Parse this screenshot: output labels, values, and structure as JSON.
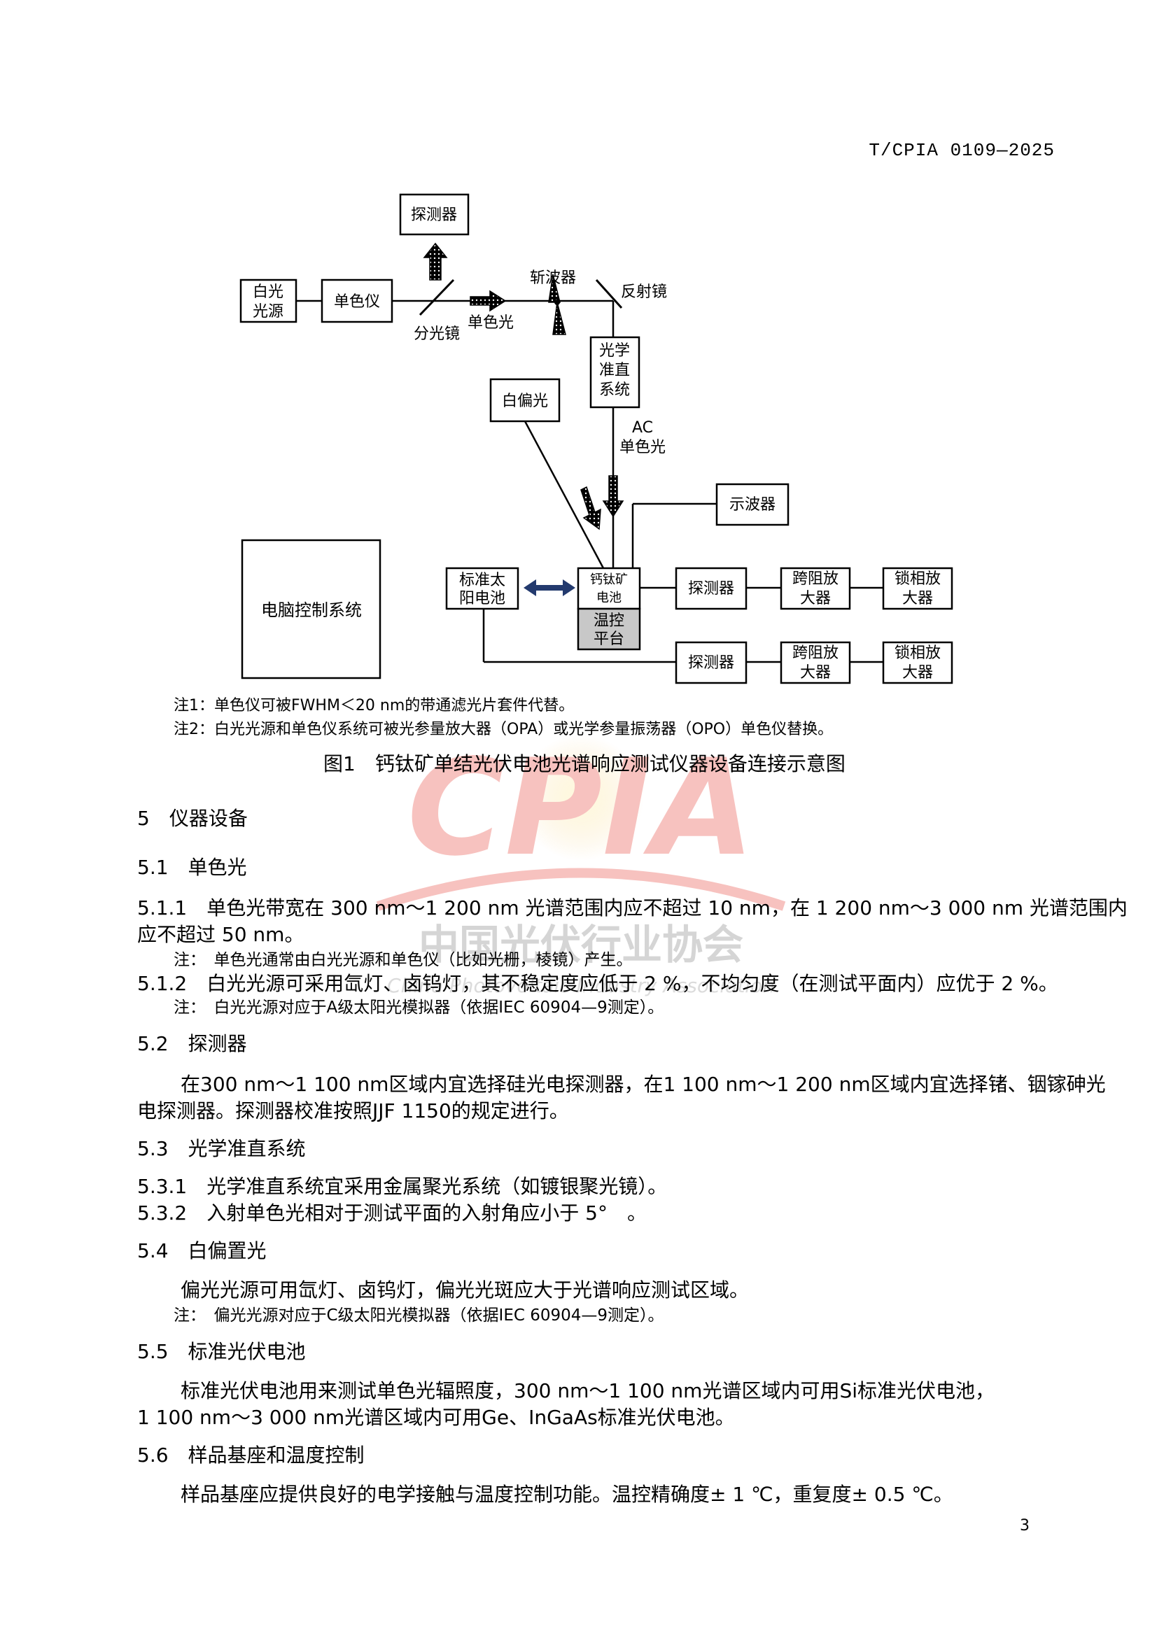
{
  "header": "T/CPIA 0109—2025",
  "page_number": "3",
  "diagram": {
    "detector_top": "探测器",
    "white_source_l1": "白光",
    "white_source_l2": "光源",
    "monochromator": "单色仪",
    "beam_splitter": "分光镜",
    "mono_light": "单色光",
    "chopper": "斩波器",
    "reflector": "反射镜",
    "collimator_l1": "光学",
    "collimator_l2": "准直",
    "collimator_l3": "系统",
    "white_bias": "白偏光",
    "ac_l1": "AC",
    "ac_l2": "单色光",
    "oscilloscope": "示波器",
    "computer": "电脑控制系统",
    "ref_cell_l1": "标准太",
    "ref_cell_l2": "阳电池",
    "perovskite_l1": "钙钛矿",
    "perovskite_l2": "电池",
    "temp_l1": "温控",
    "temp_l2": "平台",
    "detector_1": "探测器",
    "detector_2": "探测器",
    "tia1_l1": "跨阻放",
    "tia1_l2": "大器",
    "tia2_l1": "跨阻放",
    "tia2_l2": "大器",
    "lockin1_l1": "锁相放",
    "lockin1_l2": "大器",
    "lockin2_l1": "锁相放",
    "lockin2_l2": "大器"
  },
  "notes": [
    "注1：单色仪可被FWHM＜20 nm的带通滤光片套件代替。",
    "注2：白光光源和单色仪系统可被光参量放大器（OPA）或光学参量振荡器（OPO）单色仪替换。"
  ],
  "figure_caption": "图1　钙钛矿单结光伏电池光谱响应测试仪器设备连接示意图",
  "watermark": {
    "logo": "CPIA",
    "cn": "中国光伏行业协会",
    "en": "China Photovoltaic Industry Association"
  },
  "sections": {
    "s5": "5　仪器设备",
    "s5_1": "5.1　单色光",
    "s5_1_1_a": "5.1.1　单色光带宽在 300 nm～1 200 nm 光谱范围内应不超过 10 nm，在 1 200 nm～3 000 nm 光谱范围内",
    "s5_1_1_b": "应不超过 50 nm。",
    "s5_1_1_note": "注：　单色光通常由白光光源和单色仪（比如光栅，棱镜）产生。",
    "s5_1_2": "5.1.2　白光光源可采用氙灯、卤钨灯，其不稳定度应低于 2 %，不均匀度（在测试平面内）应优于 2 %。",
    "s5_1_2_note": "注：　白光光源对应于A级太阳光模拟器（依据IEC 60904—9测定）。",
    "s5_2": "5.2　探测器",
    "s5_2_p1": "在300 nm～1 100 nm区域内宜选择硅光电探测器，在1 100 nm～1 200 nm区域内宜选择锗、铟镓砷光",
    "s5_2_p2": "电探测器。探测器校准按照JJF 1150的规定进行。",
    "s5_3": "5.3　光学准直系统",
    "s5_3_1": "5.3.1　光学准直系统宜采用金属聚光系统（如镀银聚光镜）。",
    "s5_3_2": "5.3.2　入射单色光相对于测试平面的入射角应小于 5°　。",
    "s5_4": "5.4　白偏置光",
    "s5_4_p": "偏光光源可用氙灯、卤钨灯，偏光光斑应大于光谱响应测试区域。",
    "s5_4_note": "注：　偏光光源对应于C级太阳光模拟器（依据IEC 60904—9测定）。",
    "s5_5": "5.5　标准光伏电池",
    "s5_5_p1": "标准光伏电池用来测试单色光辐照度，300 nm～1 100 nm光谱区域内可用Si标准光伏电池，",
    "s5_5_p2": "1 100 nm～3 000 nm光谱区域内可用Ge、InGaAs标准光伏电池。",
    "s5_6": "5.6　样品基座和温度控制",
    "s5_6_p": "样品基座应提供良好的电学接触与温度控制功能。温控精确度± 1 ℃，重复度± 0.5 ℃。"
  }
}
